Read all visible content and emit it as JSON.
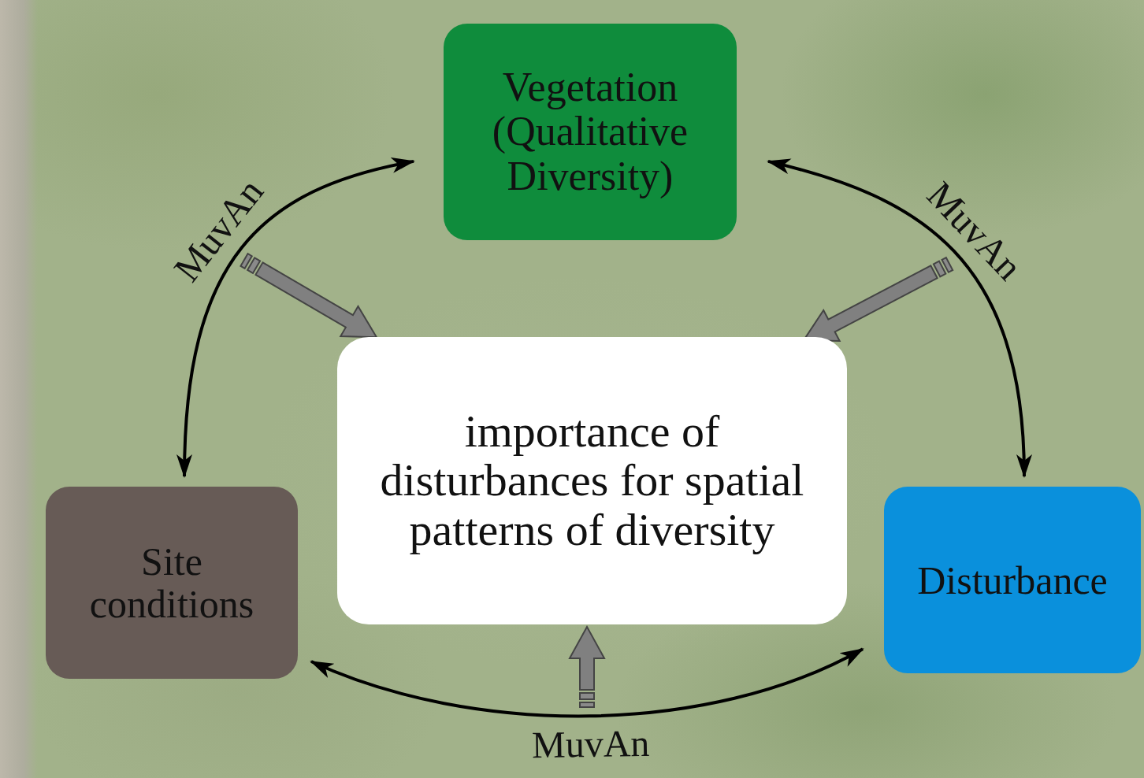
{
  "diagram": {
    "nodes": [
      {
        "text": [
          "Vegetation (Qualitative Diversity)"
        ]
      },
      {
        "text": [
          "importance of disturbances for spatial patterns of diversity"
        ]
      },
      {
        "text": [
          "Site conditions"
        ]
      },
      {
        "text": [
          "Disturbance"
        ]
      }
    ],
    "edges": [
      {
        "from": 0,
        "to": 2,
        "label": "MuvAn",
        "arrow": "both"
      },
      {
        "from": 0,
        "to": 3,
        "label": "MuvAn",
        "arrow": "both"
      },
      {
        "from": 2,
        "to": 3,
        "label": "MuvAn",
        "arrow": "both"
      }
    ]
  }
}
